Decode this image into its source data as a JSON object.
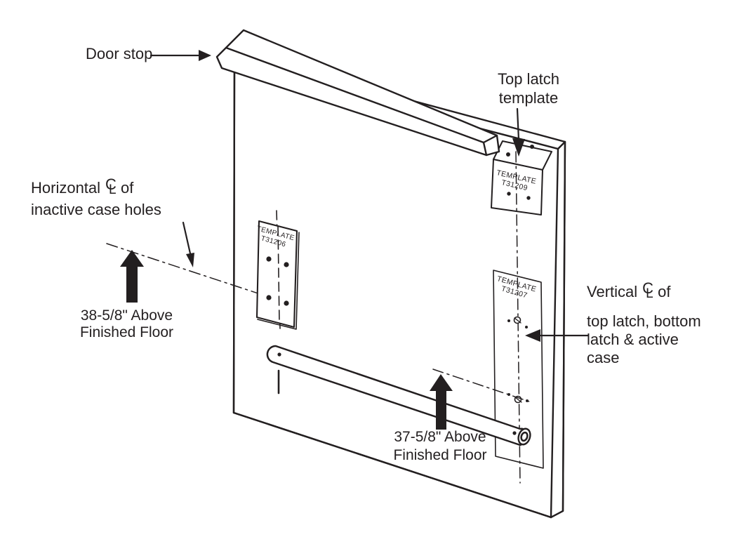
{
  "figure": {
    "title": "Door latch template installation diagram",
    "labels": {
      "door_stop": {
        "text": "Door stop"
      },
      "top_latch": {
        "line1": "Top latch",
        "line2": "template"
      },
      "horizontal_cl": {
        "pre": "Horizontal",
        "post": "of",
        "line2": "inactive case holes"
      },
      "dim_38": {
        "line1": "38-5/8\" Above",
        "line2": "Finished Floor"
      },
      "vertical_cl": {
        "pre": "Vertical",
        "post": "of",
        "line2": "top latch, bottom",
        "line3": "latch & active",
        "line4": "case"
      },
      "dim_37": {
        "line1": "37-5/8\" Above",
        "line2": "Finished Floor"
      }
    },
    "cl_symbol": {
      "c": "C",
      "l": "L"
    },
    "templates": {
      "t31209": {
        "line1": "TEMPLATE",
        "line2": "T31209"
      },
      "t31206": {
        "line1": "TEMPLATE",
        "line2": "T31206"
      },
      "t31207": {
        "line1": "TEMPLATE",
        "line2": "T31207"
      }
    },
    "colors": {
      "ink": "#231f20",
      "background": "#ffffff"
    }
  }
}
